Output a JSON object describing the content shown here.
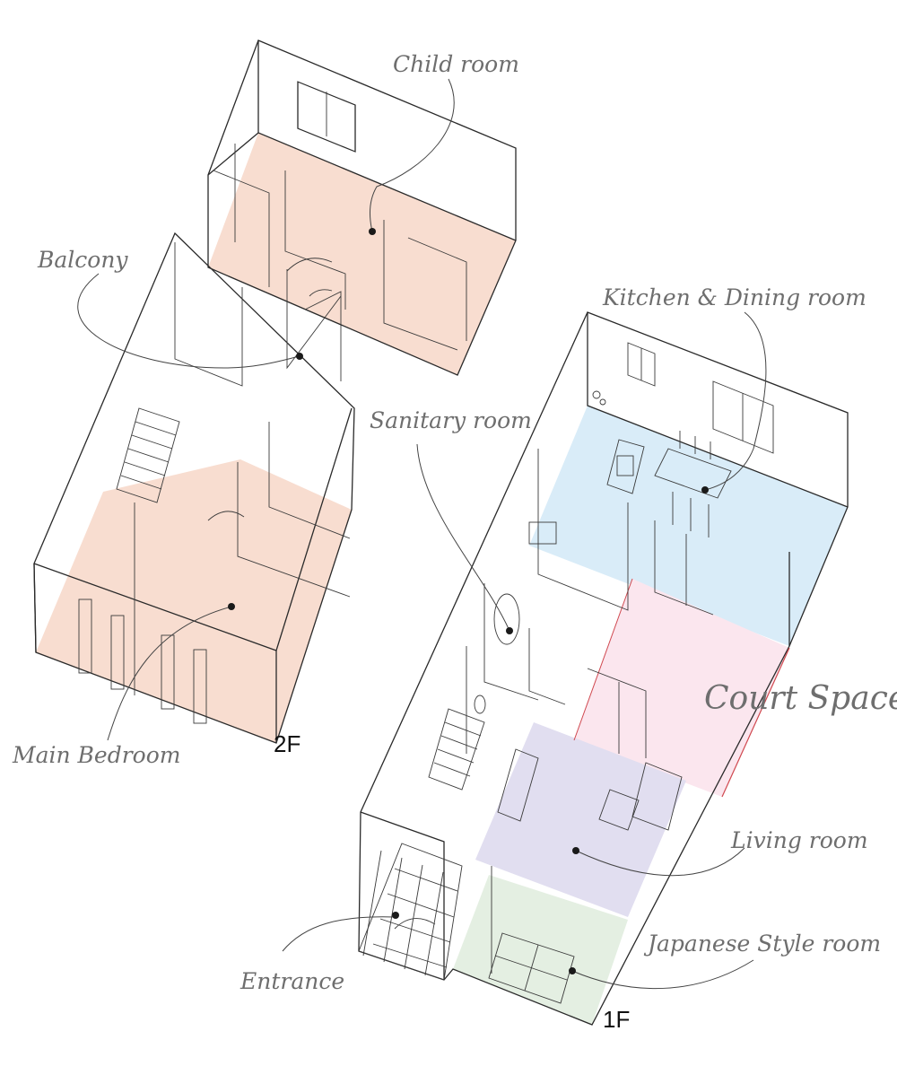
{
  "labels": {
    "child_room": "Child room",
    "balcony": "Balcony",
    "main_bedroom": "Main Bedroom",
    "kitchen_dining": "Kitchen & Dining room",
    "sanitary_room": "Sanitary room",
    "court_space": "Court Space",
    "living_room": "Living room",
    "japanese_room": "Japanese Style room",
    "entrance": "Entrance",
    "floor_2": "2F",
    "floor_1": "1F"
  },
  "colors": {
    "second_floor_rooms": "#f8ddd0",
    "kitchen_dining": "#d9ecf8",
    "court_space": "#fbe6ee",
    "court_edge": "#d0484f",
    "living_room": "#e1def0",
    "japanese_room": "#e4efe2",
    "label_text": "#6e6e6e",
    "line": "#2a2a2a"
  }
}
